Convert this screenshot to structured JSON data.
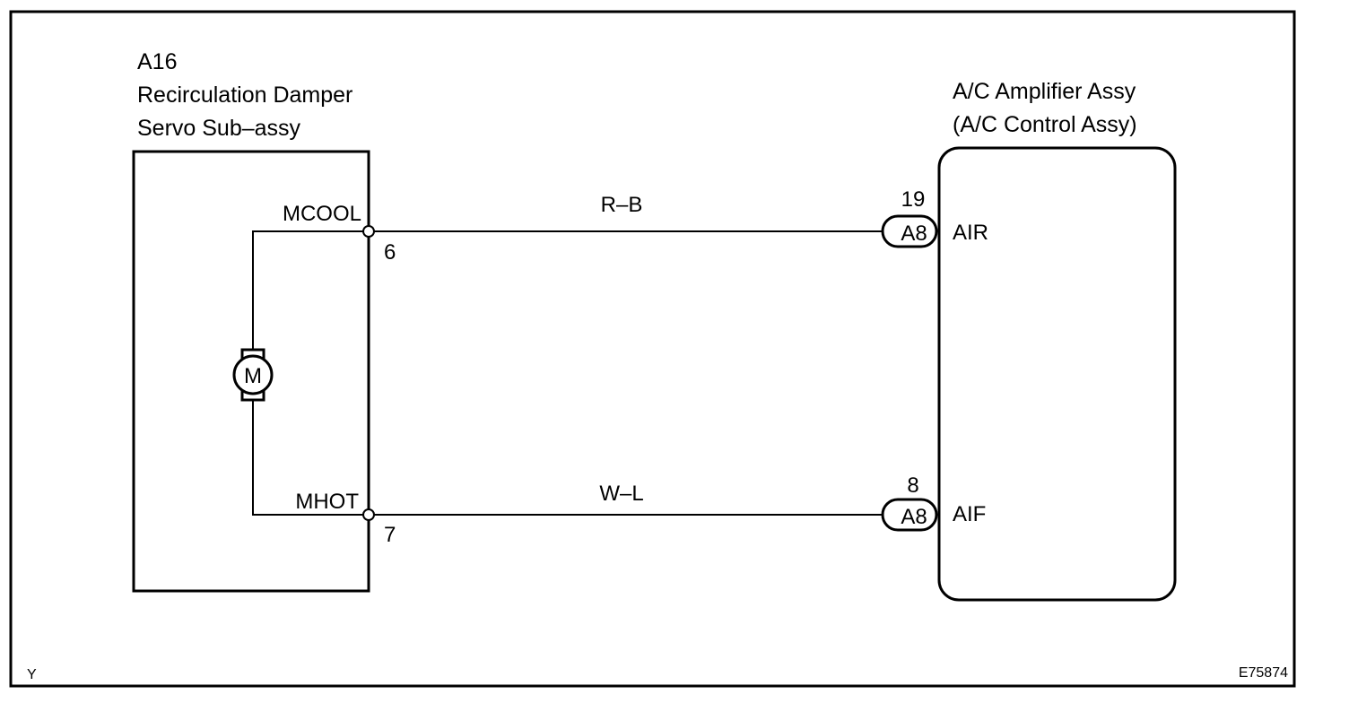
{
  "component_left": {
    "code": "A16",
    "name_line1": "Recirculation Damper",
    "name_line2": "Servo Sub–assy",
    "motor_symbol": "M",
    "pins": [
      {
        "label": "MCOOL",
        "number": "6"
      },
      {
        "label": "MHOT",
        "number": "7"
      }
    ]
  },
  "component_right": {
    "name_line1": "A/C Amplifier Assy",
    "name_line2": "(A/C Control Assy)",
    "pins": [
      {
        "label": "AIR",
        "connector": "A8",
        "number": "19"
      },
      {
        "label": "AIF",
        "connector": "A8",
        "number": "8"
      }
    ]
  },
  "wires": [
    {
      "color_code": "R–B"
    },
    {
      "color_code": "W–L"
    }
  ],
  "footer": {
    "left_mark": "Y",
    "figure_id": "E75874"
  }
}
